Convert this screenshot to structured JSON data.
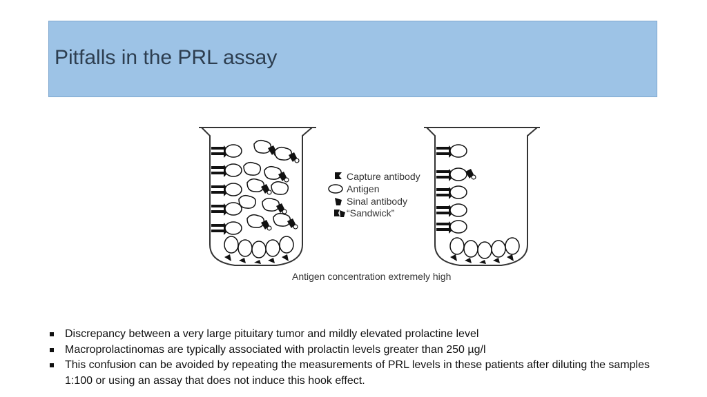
{
  "slide": {
    "title": "Pitfalls in the PRL assay"
  },
  "figure": {
    "legend": [
      {
        "label": "Capture antibody",
        "icon": "capture-antibody-icon"
      },
      {
        "label": "Antigen",
        "icon": "antigen-icon"
      },
      {
        "label": "Sinal antibody",
        "icon": "signal-antibody-icon"
      },
      {
        "label": "“Sandwick”",
        "icon": "sandwich-icon"
      }
    ],
    "caption": "Antigen concentration extremely high"
  },
  "bullets": [
    "Discrepancy between a very large pituitary tumor and mildly elevated prolactine level",
    "Macroprolactinomas are typically associated with prolactin levels greater than 250 µg/l",
    "This confusion can be avoided by repeating the measurements of PRL levels in these patients after diluting the samples 1:100 or using an assay that does not induce this hook effect."
  ]
}
